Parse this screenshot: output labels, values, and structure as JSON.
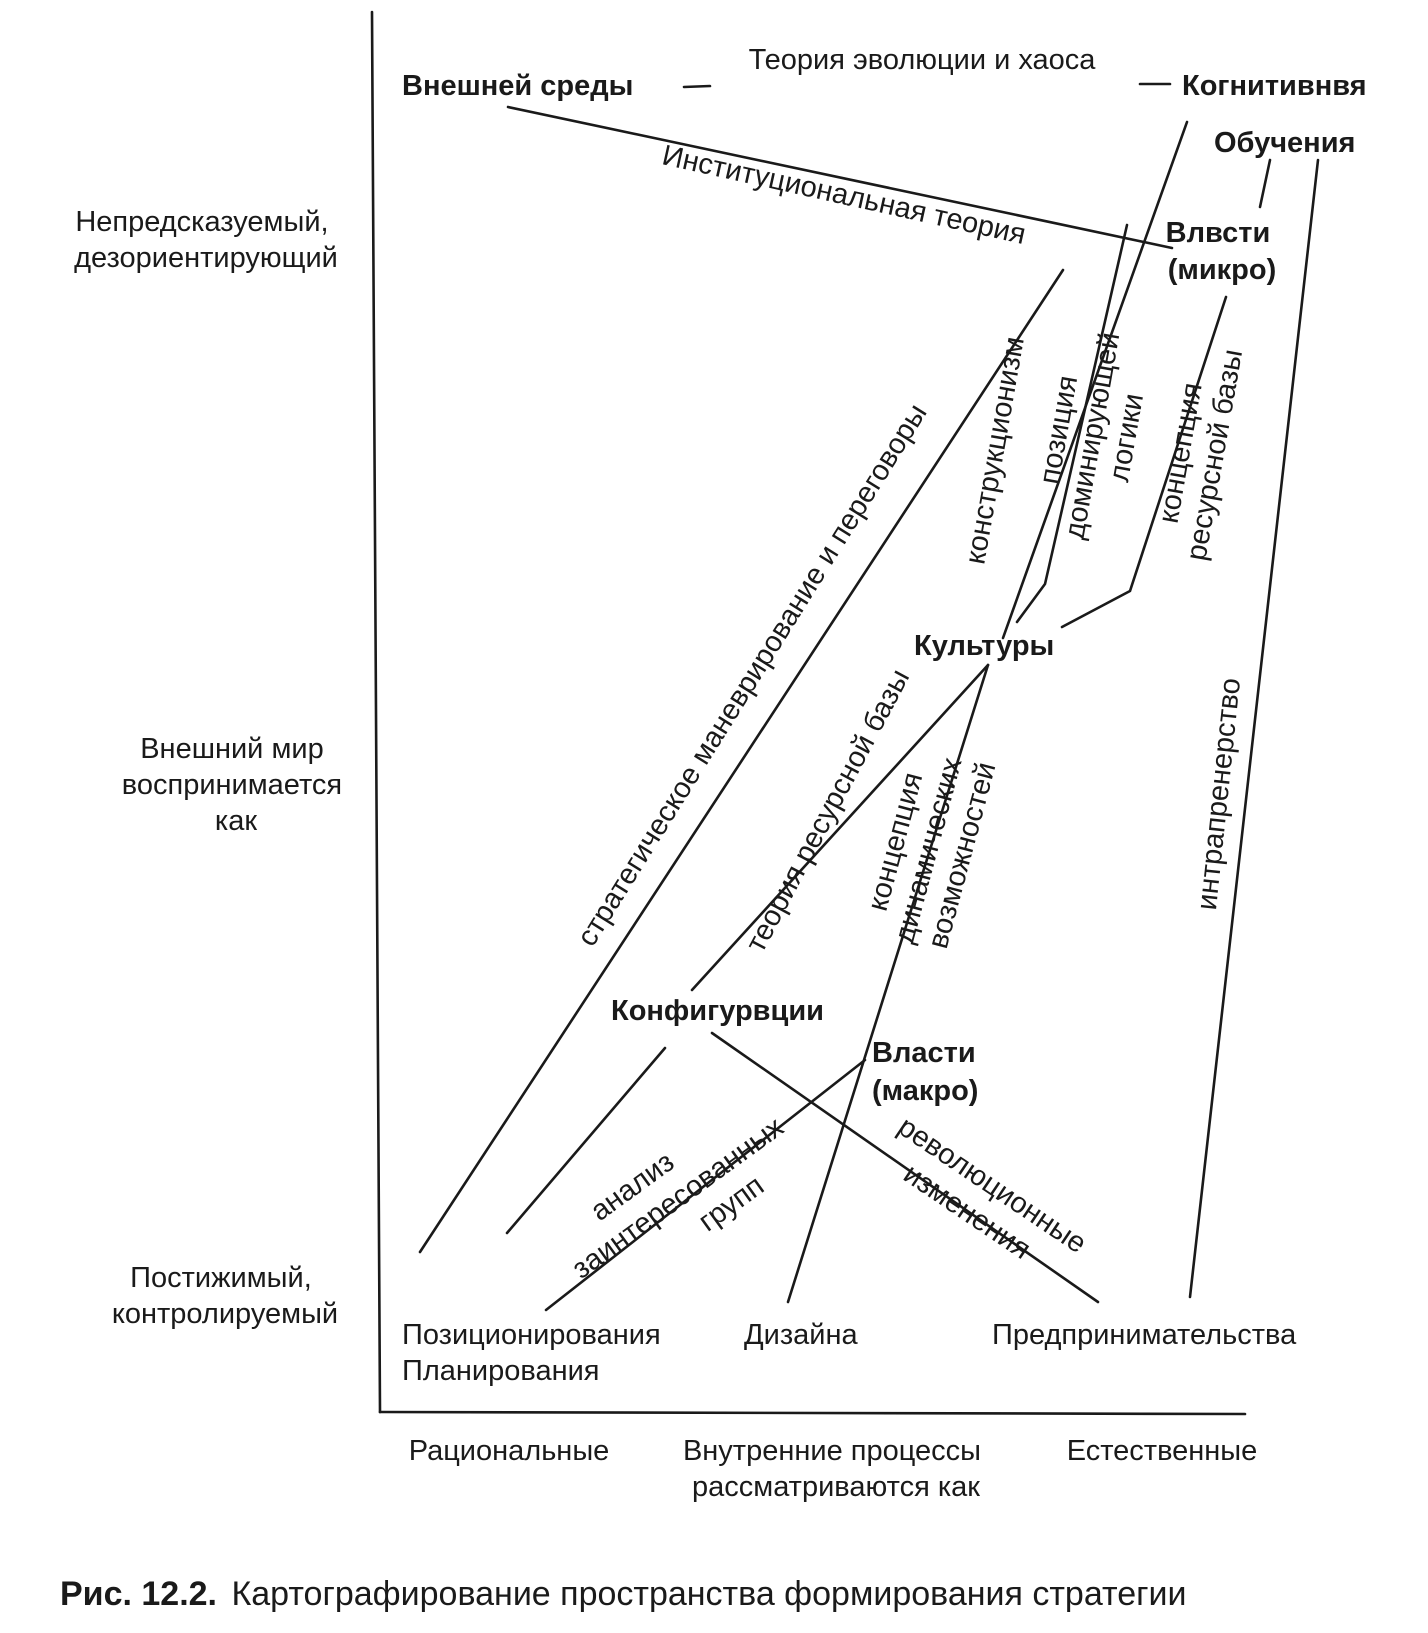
{
  "y_axis": {
    "top": [
      "Непредсказуемый,",
      "дезориентирующий"
    ],
    "middle": [
      "Внешний мир",
      "воспринимается",
      "как"
    ],
    "bottom": [
      "Постижимый,",
      "контролируемый"
    ]
  },
  "x_axis": {
    "left": "Рациональные",
    "middle": [
      "Внутренние процессы",
      "рассматриваются как"
    ],
    "right": "Естественные"
  },
  "schools": {
    "external": "Внешней среды",
    "cognitive": "Когнитивнвя",
    "learning": "Обучения",
    "power_micro": [
      "Влвсти",
      "(микро)"
    ],
    "culture": "Культуры",
    "configuration": "Конфигурвции",
    "power_macro": [
      "Власти",
      "(макро)"
    ],
    "positioning": "Позиционирования",
    "planning": "Планирования",
    "design": "Дизайна",
    "entrepreneurship": "Предпринимательства"
  },
  "theories": {
    "evolution_chaos": "Теория эволюции и хаоса",
    "institutional": "Институциональная теория",
    "strategic_maneuvering": "стратегическое маневрирование и переговоры",
    "constructionism": "конструкционизм",
    "dominant_logic": [
      "позиция",
      "доминирующей",
      "логики"
    ],
    "resource_base_concept": [
      "концепция",
      "ресурсной базы"
    ],
    "resource_base_theory": "теория ресурсной базы",
    "dynamic_capabilities": [
      "концепция",
      "динамических",
      "возможностей"
    ],
    "intrapreneurship": "интрапренерство",
    "stakeholder_analysis": [
      "анализ",
      "заинтересованных",
      "групп"
    ],
    "revolutionary_change": [
      "революционные",
      "изменения"
    ]
  },
  "caption": {
    "number": "Рис. 12.2.",
    "text": "Картографирование пространства формирования стратегии"
  }
}
